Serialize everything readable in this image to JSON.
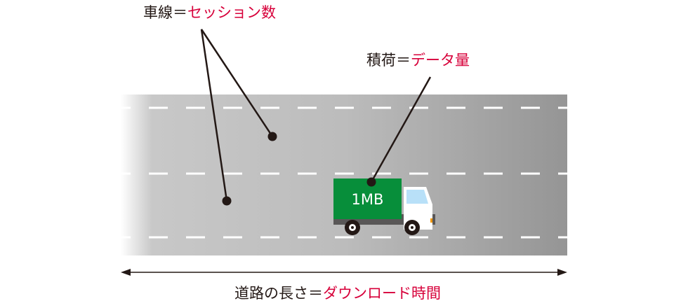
{
  "labels": {
    "lanes": {
      "term": "車線＝",
      "meaning": "セッション数"
    },
    "load": {
      "term": "積荷＝",
      "meaning": "データ量"
    },
    "length": {
      "term": "道路の長さ＝",
      "meaning": "ダウンロード時間"
    }
  },
  "truck": {
    "cargo_label": "1MB",
    "cargo_color": "#078e3a"
  },
  "colors": {
    "accent": "#d7003a",
    "text": "#231815"
  }
}
